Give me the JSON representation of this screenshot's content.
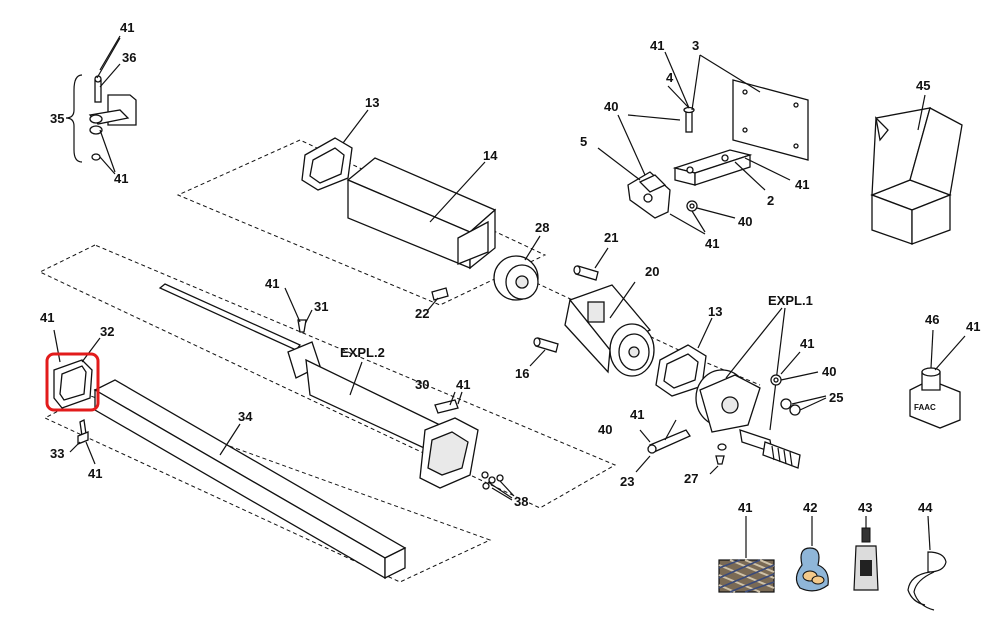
{
  "diagram": {
    "labels": {
      "l41a": "41",
      "l36": "36",
      "l35": "35",
      "l41b": "41",
      "l13a": "13",
      "l14": "14",
      "l22": "22",
      "l28": "28",
      "l41c": "41",
      "l3": "3",
      "l4": "4",
      "l40a": "40",
      "l5": "5",
      "l41d": "41",
      "l2": "2",
      "l40b": "40",
      "l41e": "41",
      "l45": "45",
      "l21": "21",
      "l20": "20",
      "l16": "16",
      "l13b": "13",
      "l41f": "41",
      "l31": "31",
      "l41g": "41",
      "l32": "32",
      "expl2": "EXPL.2",
      "expl1": "EXPL.1",
      "l41h": "41",
      "l40c": "40",
      "l25": "25",
      "l46": "46",
      "l41i": "41",
      "l30": "30",
      "l41j": "41",
      "l34": "34",
      "l41k": "41",
      "l40d": "40",
      "l23": "23",
      "l27": "27",
      "l33": "33",
      "l41l": "41",
      "l38": "38",
      "l41m": "41",
      "l42": "42",
      "l43": "43",
      "l44": "44"
    },
    "highlight_part": "32",
    "colors": {
      "highlight": "#e21b1b",
      "ink": "#111111"
    }
  }
}
